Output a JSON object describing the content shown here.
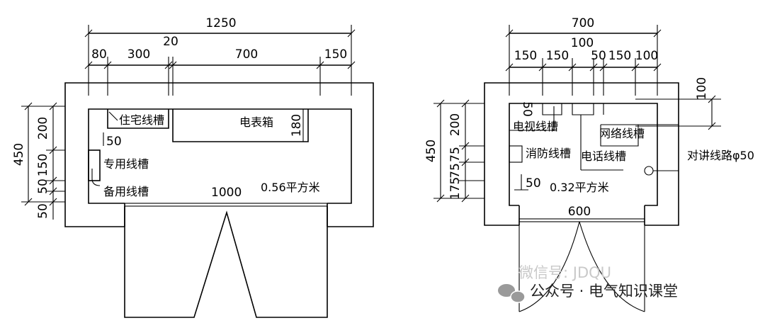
{
  "left_plan": {
    "top_dims": [
      "1250",
      "80",
      "300",
      "20",
      "700",
      "150"
    ],
    "side_dims": [
      "450",
      "200",
      "150",
      "50",
      "50"
    ],
    "inner_dims": [
      "50",
      "180",
      "1000"
    ],
    "labels": {
      "residential_trunking": "住宅线槽",
      "meter_box": "电表箱",
      "dedicated_trunking": "专用线槽",
      "spare_trunking": "备用线槽",
      "area": "0.56平方米"
    }
  },
  "right_plan": {
    "top_dims": [
      "700",
      "150",
      "150",
      "100",
      "50",
      "150",
      "100"
    ],
    "side_dims": [
      "450",
      "200",
      "75",
      "75",
      "175"
    ],
    "right_dim": "100",
    "inner_dims": [
      "50",
      "50",
      "600"
    ],
    "labels": {
      "tv_trunking": "电视线槽",
      "fire_trunking": "消防线槽",
      "network_trunking": "网络线槽",
      "phone_trunking": "电话线槽",
      "intercom_line": "对讲线路φ50",
      "area": "0.32平方米"
    }
  },
  "watermark": {
    "faint": "微信号: JDQU",
    "text": "公众号 · 电气知识课堂"
  }
}
